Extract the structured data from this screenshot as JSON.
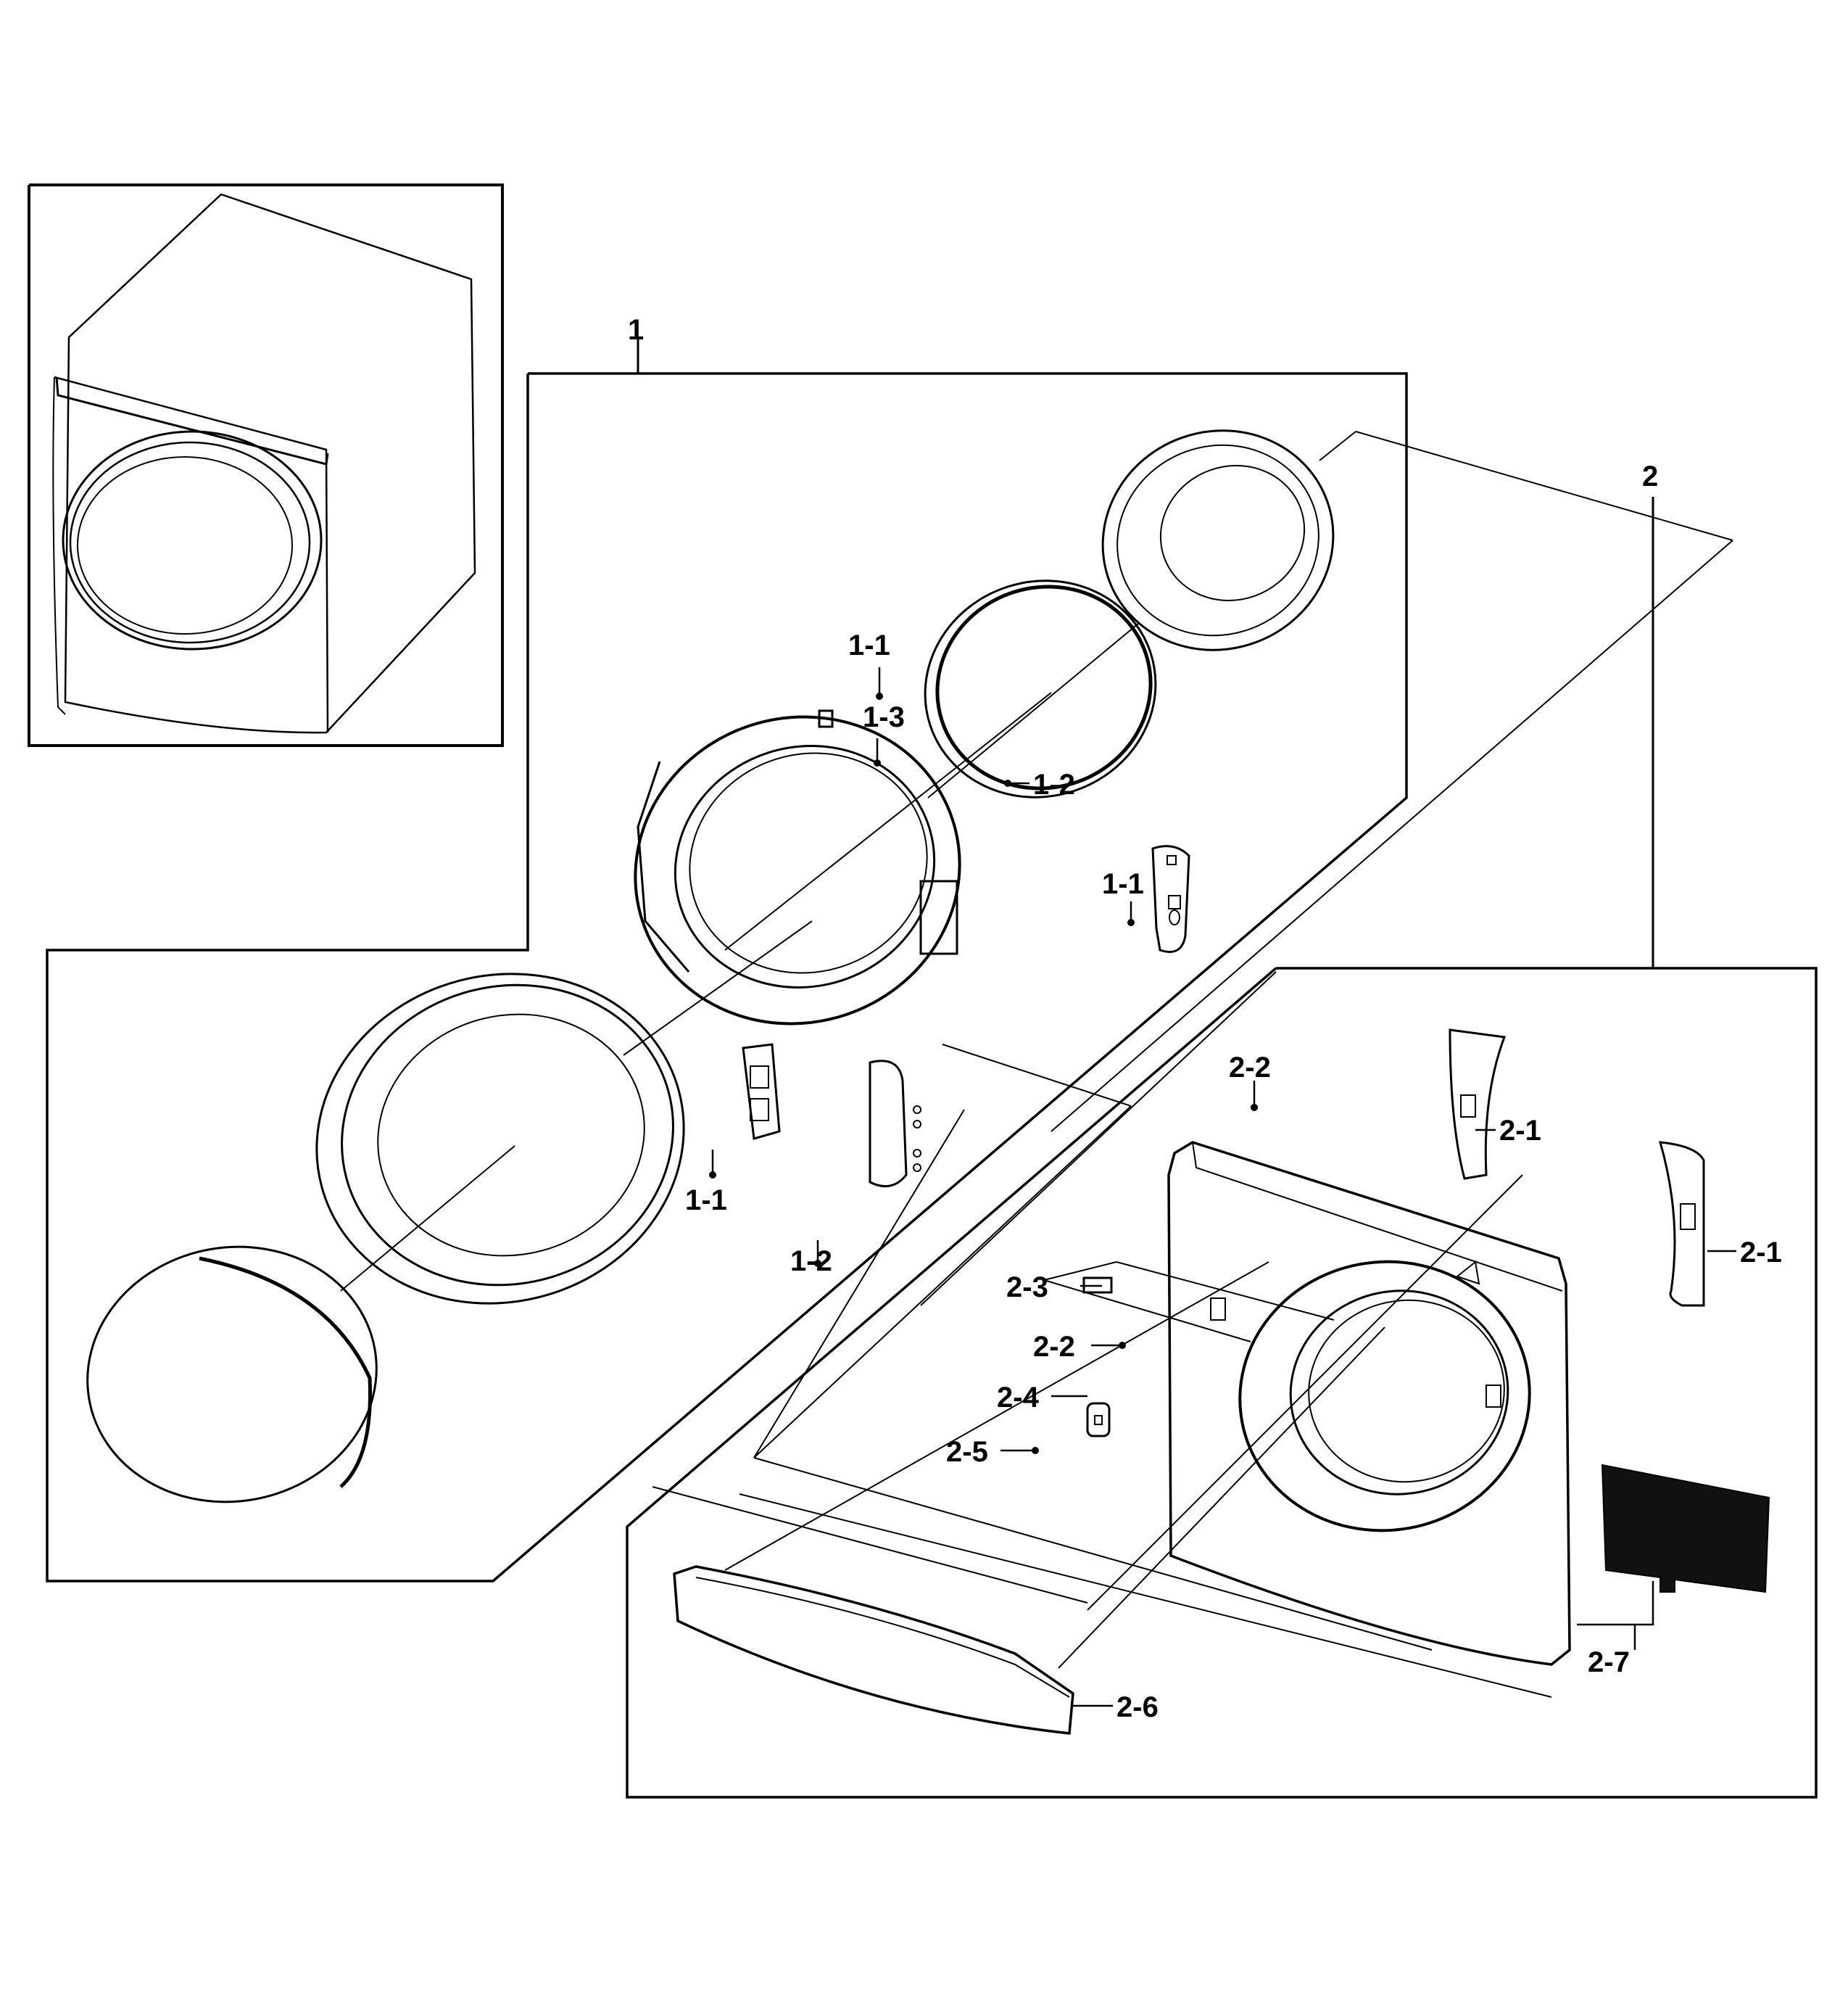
{
  "diagram": {
    "callouts": {
      "group_1": "1",
      "group_2": "2",
      "c_1_1_top": "1-1",
      "c_1_3": "1-3",
      "c_1_2_right": "1-2",
      "c_1_1_mid": "1-1",
      "c_1_1_bottom": "1-1",
      "c_1_2_bottom": "1-2",
      "c_2_2_top": "2-2",
      "c_2_1_upper": "2-1",
      "c_2_1_lower": "2-1",
      "c_2_3": "2-3",
      "c_2_2_mid": "2-2",
      "c_2_4": "2-4",
      "c_2_5": "2-5",
      "c_2_6": "2-6",
      "c_2_7": "2-7"
    }
  }
}
